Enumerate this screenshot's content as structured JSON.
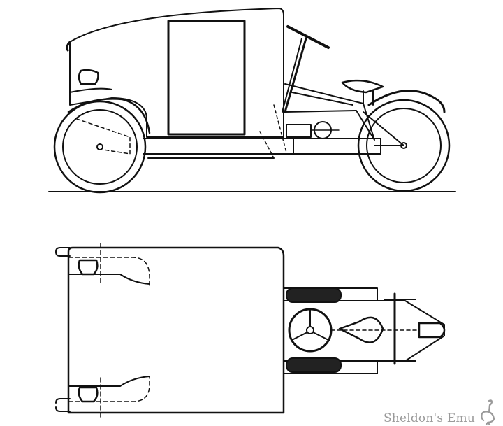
{
  "watermark": {
    "text": "Sheldon's Emu",
    "icon": "emu-icon",
    "color": "#9a9a9a"
  },
  "drawing": {
    "views": [
      "side-elevation",
      "plan-view"
    ],
    "line_color": "#111111"
  }
}
